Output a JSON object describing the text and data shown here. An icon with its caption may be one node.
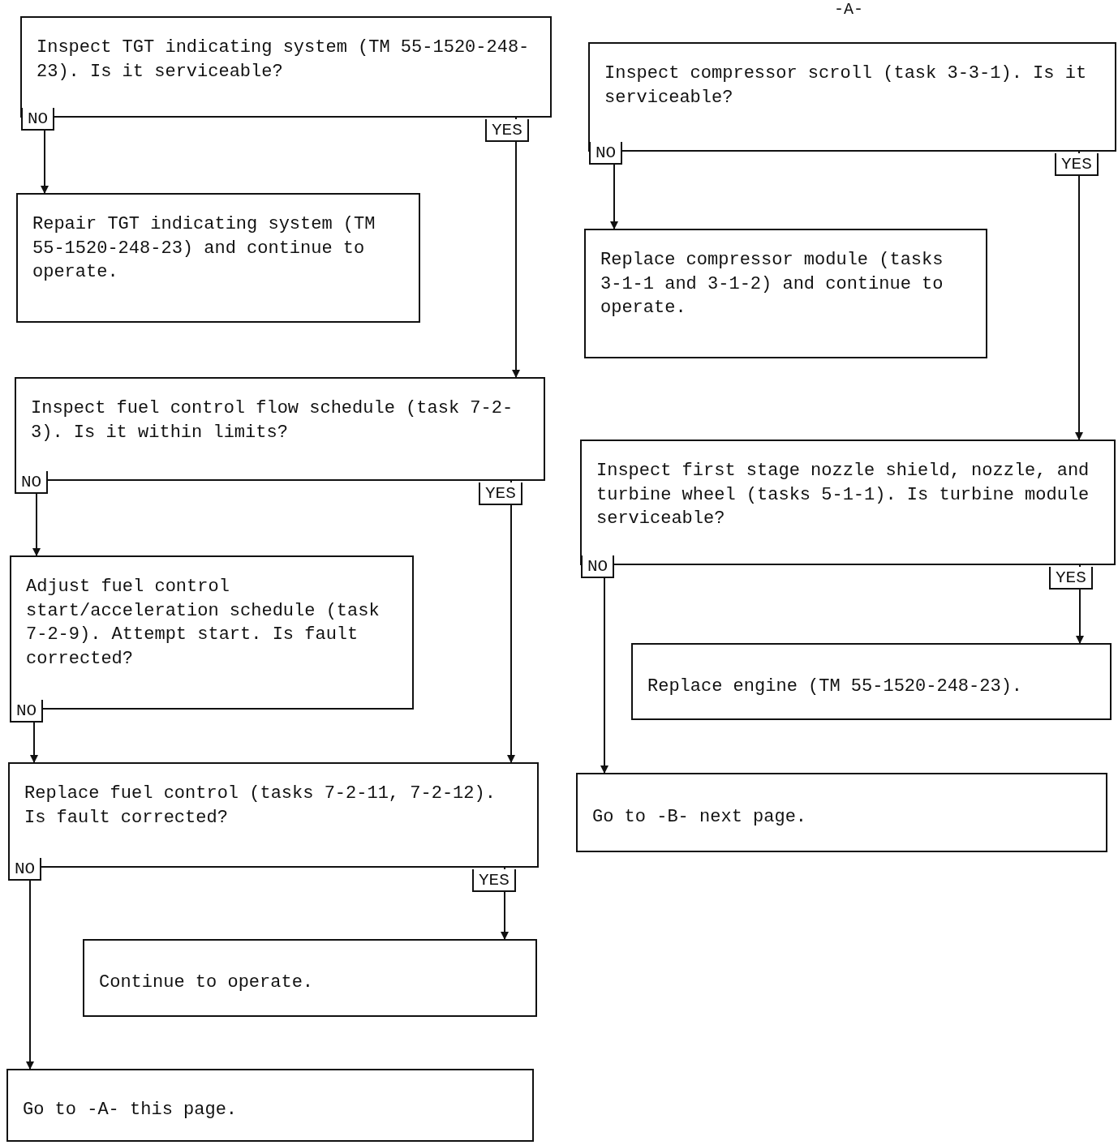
{
  "diagram": {
    "nodes": [
      {
        "text": [
          "Inspect TGT indicating system (TM 55-1520-248-23). Is it serviceable?"
        ]
      },
      {
        "text": [
          "Repair TGT indicating system (TM 55-1520-248-23) and continue to operate."
        ]
      },
      {
        "text": [
          "Inspect fuel control flow schedule (task 7-2-3). Is it within limits?"
        ]
      },
      {
        "text": [
          "Adjust fuel control start/acceleration schedule (task 7-2-9). Attempt start. Is fault corrected?"
        ]
      },
      {
        "text": [
          "Replace fuel control (tasks 7-2-11, 7-2-12). Is fault corrected?"
        ]
      },
      {
        "text": [
          "Continue to operate."
        ]
      },
      {
        "text": [
          "Go to -A- this page."
        ]
      },
      {
        "text": [
          "Inspect compressor scroll (task 3-3-1). Is it serviceable?"
        ]
      },
      {
        "text": [
          "Replace compressor module (tasks 3-1-1 and 3-1-2) and continue to operate."
        ]
      },
      {
        "text": [
          "Inspect first stage nozzle shield, nozzle, and turbine wheel (tasks 5-1-1). Is turbine module serviceable?"
        ]
      },
      {
        "text": [
          "Replace engine (TM 55-1520-248-23)."
        ]
      },
      {
        "text": [
          "Go to -B- next page."
        ]
      }
    ],
    "edges": [
      {
        "from": 0,
        "to": 1,
        "arrow": "to",
        "label": "NO"
      },
      {
        "from": 0,
        "to": 2,
        "arrow": "to",
        "label": "YES"
      },
      {
        "from": 2,
        "to": 3,
        "arrow": "to",
        "label": "NO"
      },
      {
        "from": 2,
        "to": 4,
        "arrow": "to",
        "label": "YES"
      },
      {
        "from": 3,
        "to": 4,
        "arrow": "to",
        "label": "NO"
      },
      {
        "from": 4,
        "to": 6,
        "arrow": "to",
        "label": "NO"
      },
      {
        "from": 4,
        "to": 5,
        "arrow": "to",
        "label": "YES"
      },
      {
        "from": 7,
        "to": 8,
        "arrow": "to",
        "label": "NO"
      },
      {
        "from": 7,
        "to": 9,
        "arrow": "to",
        "label": "YES"
      },
      {
        "from": 9,
        "to": 11,
        "arrow": "to",
        "label": "NO"
      },
      {
        "from": 9,
        "to": 10,
        "arrow": "to",
        "label": "YES"
      }
    ],
    "labels": [
      "-A-"
    ]
  }
}
